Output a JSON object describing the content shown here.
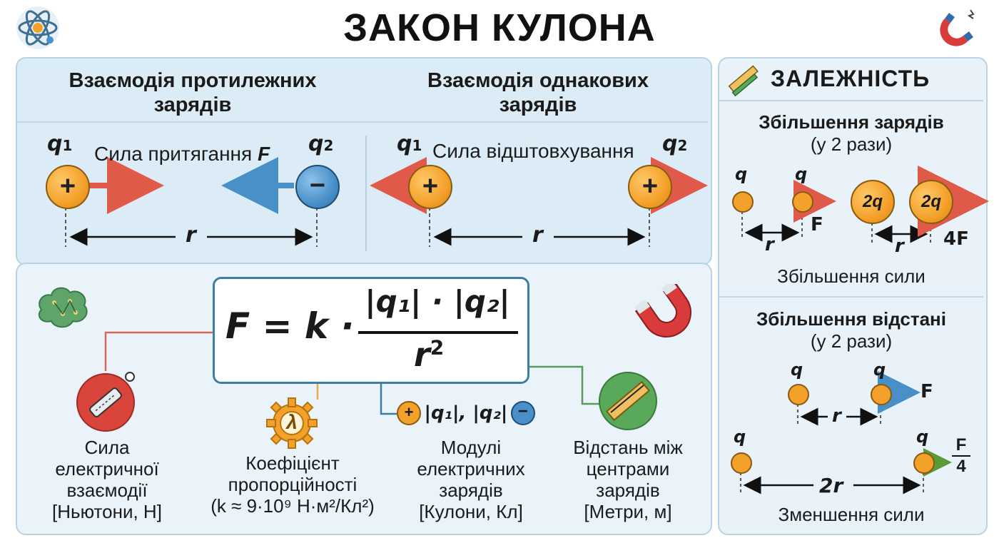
{
  "title": "ЗАКОН КУЛОНА",
  "opposite": {
    "heading_line1": "Взаємодія протилежних",
    "heading_line2": "зарядів",
    "q1": "q",
    "q1_sub": "1",
    "q2": "q",
    "q2_sub": "2",
    "force_label": "Сила притягання ",
    "force_symbol": "F",
    "plus": "+",
    "minus": "−",
    "distance": "r"
  },
  "same": {
    "heading_line1": "Взаємодія однакових",
    "heading_line2": "зарядів",
    "q1": "q",
    "q1_sub": "1",
    "q2": "q",
    "q2_sub": "2",
    "force_label": "Сила відштовхування",
    "plus": "+",
    "distance": "r"
  },
  "formula": {
    "lhs": "F = k ·",
    "numerator": "|q₁| · |q₂|",
    "denominator": "r",
    "power": "2"
  },
  "legend": {
    "force": {
      "line1": "Сила",
      "line2": "електричної",
      "line3": "взаємодії",
      "line4": "[Ньютони, Н]"
    },
    "coef": {
      "line1": "Коефіцієнт",
      "line2": "пропорційності",
      "line3": "(k ≈ 9·10⁹ Н·м²/Кл²)",
      "symbol": "λ"
    },
    "charges": {
      "symbols": "|q₁|, |q₂|",
      "line1": "Модулі",
      "line2": "електричних",
      "line3": "зарядів",
      "line4": "[Кулони, Кл]"
    },
    "distance": {
      "line1": "Відстань між",
      "line2": "центрами",
      "line3": "зарядів",
      "line4": "[Метри, м]"
    }
  },
  "dependence": {
    "heading": "ЗАЛЕЖНІСТЬ",
    "charges_title": "Збільшення зарядів",
    "charges_sub": "(у 2 рази)",
    "q": "q",
    "q2x": "2q",
    "F": "F",
    "F4": "4F",
    "r": "r",
    "charges_result": "Збільшення сили",
    "distance_title": "Збільшення відстані",
    "distance_sub": "(у 2 рази)",
    "r2": "2r",
    "frac_num": "F",
    "frac_den": "4",
    "distance_result": "Зменшення сили"
  },
  "colors": {
    "positive": "#f3a12b",
    "negative": "#4a90c8",
    "attract_arrow": "#e05a4a",
    "repel_arrow": "#e05a4a",
    "formula_border": "#3c7ea8"
  }
}
